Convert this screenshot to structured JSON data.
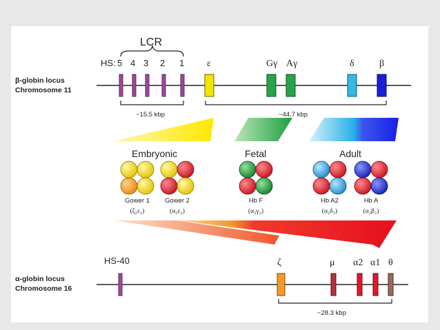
{
  "beta_locus": {
    "label_line1": "β-globin locus",
    "label_line2": "Chromosome 11",
    "lcr_label": "LCR",
    "hs_prefix": "HS:",
    "hs_sites": [
      "5",
      "4",
      "3",
      "2",
      "1"
    ],
    "genes": [
      "ε",
      "Gγ",
      "Aγ",
      "δ",
      "β"
    ],
    "span_lcr": "~15.5 kbp",
    "span_genes": "~44.7 kbp"
  },
  "stages": {
    "embryonic": "Embryonic",
    "fetal": "Fetal",
    "adult": "Adult"
  },
  "hemoglobins": [
    {
      "name": "Gower 1",
      "formula": "(ζ₂ε₂)"
    },
    {
      "name": "Gower 2",
      "formula": "(α₂ε₂)"
    },
    {
      "name": "Hb F",
      "formula": "(α₂γ₂)"
    },
    {
      "name": "Hb A2",
      "formula": "(α₂δ₂)"
    },
    {
      "name": "Hb A",
      "formula": "(α₂β₂)"
    }
  ],
  "alpha_locus": {
    "label_line1": "α-globin locus",
    "label_line2": "Chromosome 16",
    "hs_label": "HS-40",
    "genes": [
      "ζ",
      "μ",
      "α2",
      "α1",
      "θ"
    ],
    "span_genes": "~28.3 kbp"
  },
  "colors": {
    "hs_box": "#a0479f",
    "epsilon": "#f2e600",
    "gamma": "#2aa24a",
    "delta": "#37b7e3",
    "beta": "#1b1fd6",
    "zeta": "#f59a2a",
    "alpha": "#e3182a",
    "yellow_subunit": "#f5d800",
    "orange_subunit": "#f2a51c",
    "red_subunit": "#e52232",
    "green_subunit": "#28a84a",
    "blue_subunit": "#2740e0",
    "cyan_subunit": "#3cb0ea"
  }
}
